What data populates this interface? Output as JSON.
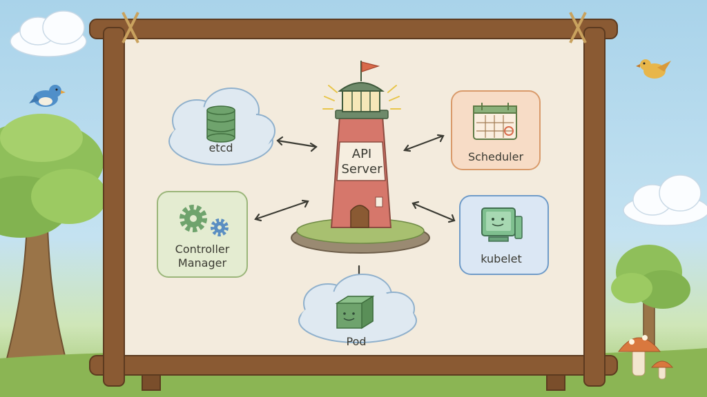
{
  "diagram": {
    "center": {
      "line1": "API",
      "line2": "Server"
    },
    "nodes": {
      "etcd": "etcd",
      "scheduler": "Scheduler",
      "controller_line1": "Controller",
      "controller_line2": "Manager",
      "kubelet": "kubelet",
      "pod": "Pod"
    }
  },
  "colors": {
    "sky": "#a9d3ea",
    "board": "#f3ebdd",
    "wood": "#8a5a33",
    "etcd_accent": "#6fa36d",
    "scheduler_fill": "#f7dcc6",
    "controller_fill": "#e4ecd1",
    "kubelet_fill": "#dbe7f4",
    "lighthouse_red": "#d6776b"
  }
}
